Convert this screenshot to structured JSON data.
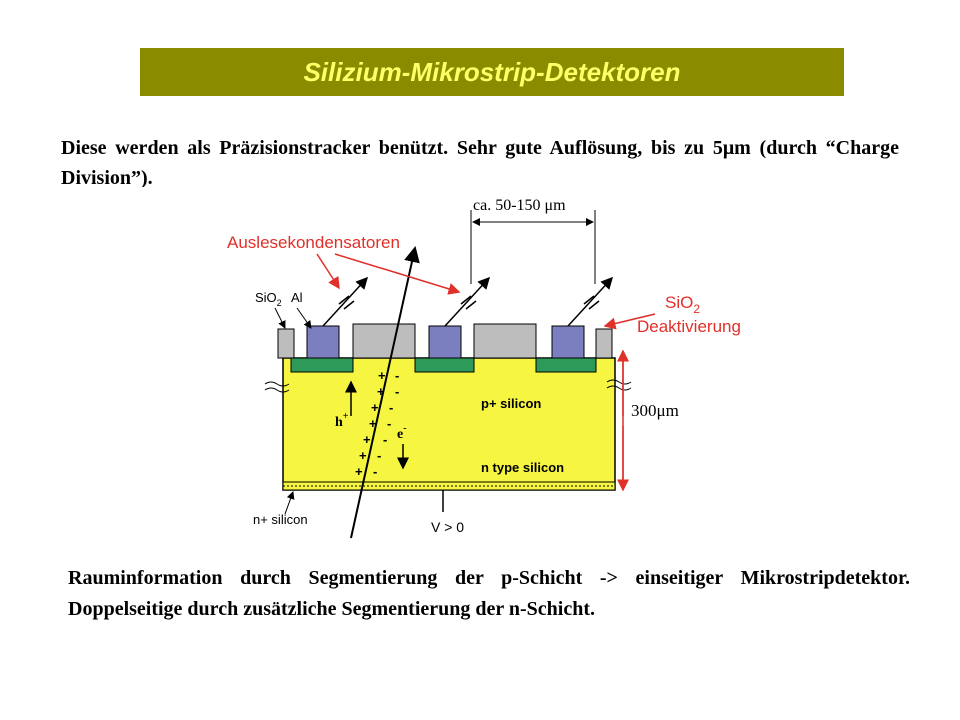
{
  "title": "Silizium-Mikrostrip-Detektoren",
  "intro": "Diese werden als Präzisionstracker benützt. Sehr gute Auflösung, bis zu 5μm (durch “Charge Division”).",
  "diagram": {
    "label_readout_caps": "Auslesekondensatoren",
    "label_sio2": "SiO",
    "label_sio2_sub": "2",
    "label_al": "Al",
    "label_pitch": "ca. 50-150 μm",
    "label_sio2_right": "SiO",
    "label_sio2_right_sub": "2",
    "label_deactivation": "Deaktivierung",
    "label_thickness": "300μm",
    "label_p_silicon": "p+ silicon",
    "label_n_type": "n type silicon",
    "label_n_silicon": "n+ silicon",
    "label_voltage": "V > 0",
    "label_hole": "h",
    "label_hole_sup": "+",
    "label_electron": "e",
    "label_electron_sup": "-",
    "colors": {
      "bulk": "#f5f542",
      "implant": "#2e9a5a",
      "aluminium": "#7b7fc0",
      "oxide": "#bdbdbd",
      "annotation": "#e0302a"
    }
  },
  "summary": "Rauminformation durch Segmentierung der p-Schicht -> einseitiger Mikrostripdetektor. Doppelseitige durch zusätzliche Segmentierung der n-Schicht."
}
